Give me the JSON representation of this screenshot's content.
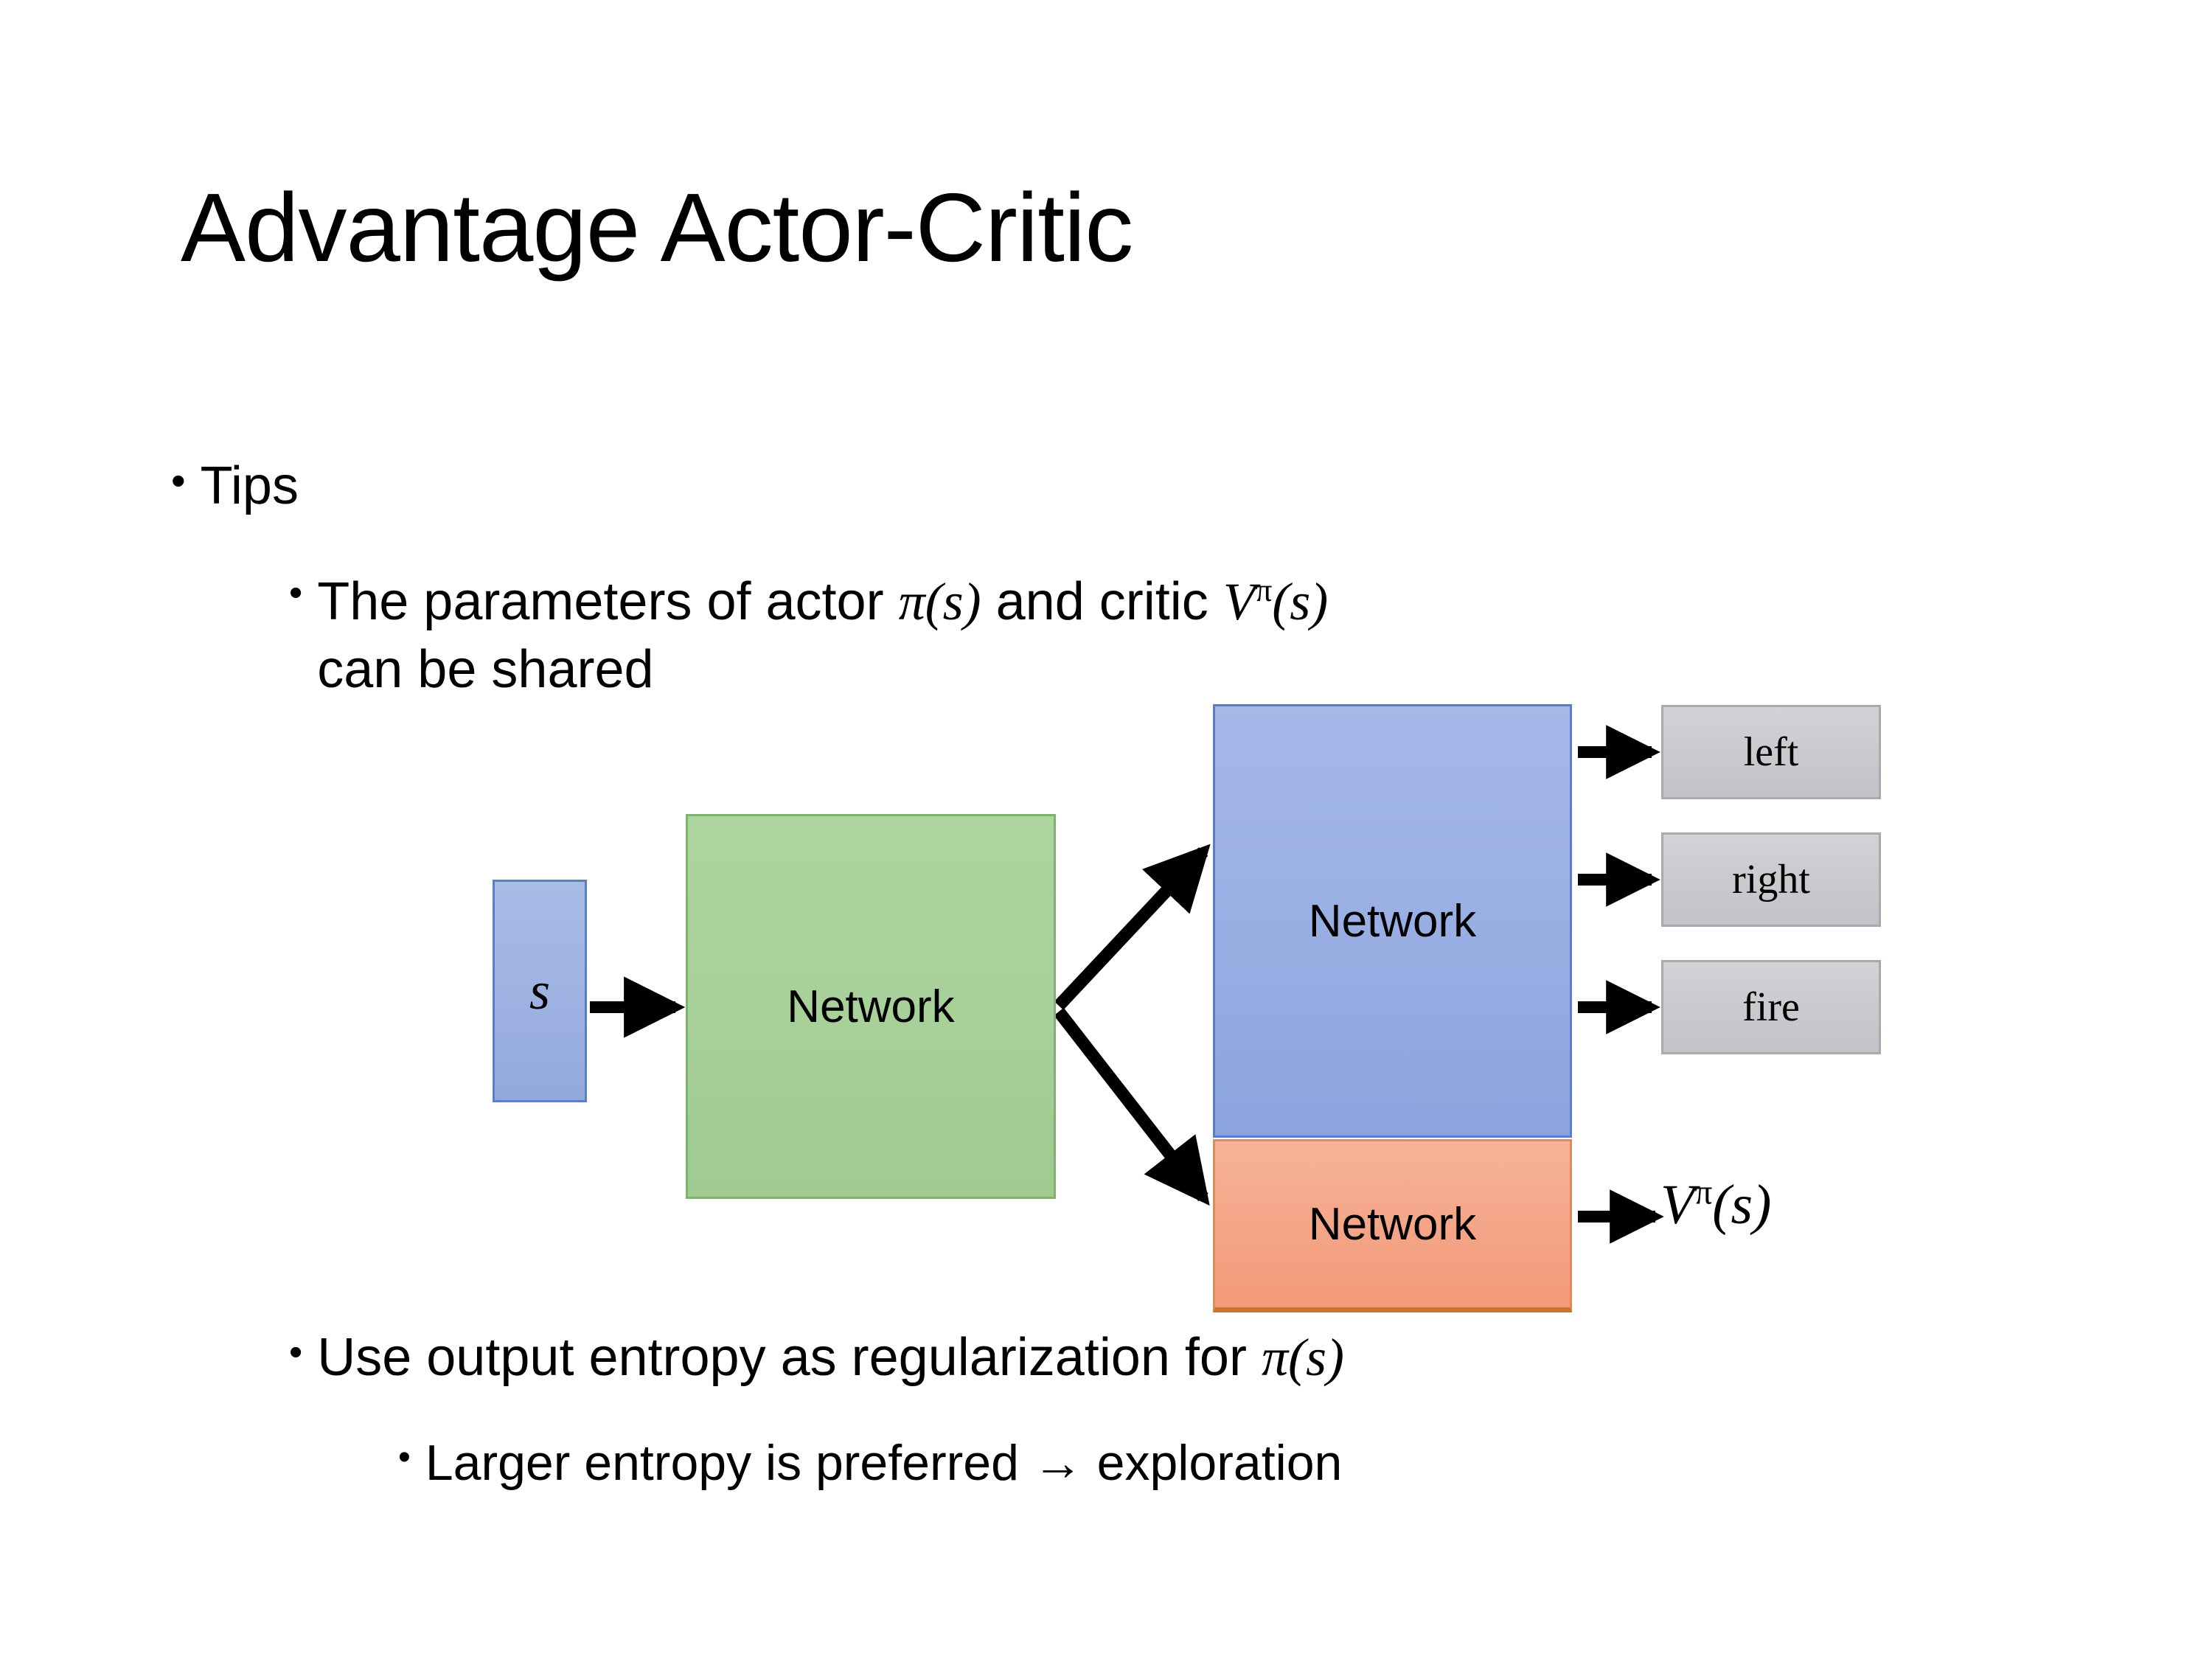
{
  "slide": {
    "title": "Advantage Actor-Critic",
    "background_color": "#ffffff",
    "text_color": "#000000"
  },
  "bullets": {
    "tips": {
      "marker": "•",
      "label": "Tips"
    },
    "parameters": {
      "marker": "•",
      "line1_pre": "The parameters of actor ",
      "math_pi_s": "π(s)",
      "line1_mid": " and critic ",
      "math_v_pi_s_V": "V",
      "math_v_pi_s_sup": "π",
      "math_v_pi_s_arg": "(s)",
      "line2": "can be shared",
      "full_text": "The parameters of actor π(s)  and critic Vπ(s) can be shared"
    },
    "entropy": {
      "marker": "•",
      "text_pre": "Use output entropy as regularization for ",
      "math_pi_s": "π(s)",
      "full_text": "Use output entropy as regularization for π(s)"
    },
    "larger_entropy": {
      "marker": "•",
      "text": "Larger entropy is preferred → exploration"
    }
  },
  "diagram": {
    "input": {
      "label": "s",
      "fill": "#9db2e2",
      "border": "#5b7ec9"
    },
    "shared_network": {
      "label": "Network",
      "fill": "#a7cf98",
      "border": "#7fb36d"
    },
    "actor_network": {
      "label": "Network",
      "fill": "#97ade2",
      "border": "#5b7ec9"
    },
    "critic_network": {
      "label": "Network",
      "fill": "#f4a385",
      "border": "#e08a5c"
    },
    "action_outputs": [
      {
        "label": "left",
        "fill": "#cacbcf",
        "border": "#a9aab0"
      },
      {
        "label": "right",
        "fill": "#cacbcf",
        "border": "#a9aab0"
      },
      {
        "label": "fire",
        "fill": "#cacbcf",
        "border": "#a9aab0"
      }
    ],
    "value_output": {
      "symbol_V": "V",
      "symbol_sup": "π",
      "symbol_arg": "(s)",
      "full_text": "Vπ(s)"
    },
    "arrows": {
      "color": "#000000",
      "names": [
        "input-to-shared",
        "shared-to-actor",
        "shared-to-critic",
        "actor-to-left",
        "actor-to-right",
        "actor-to-fire",
        "critic-to-value"
      ]
    }
  }
}
